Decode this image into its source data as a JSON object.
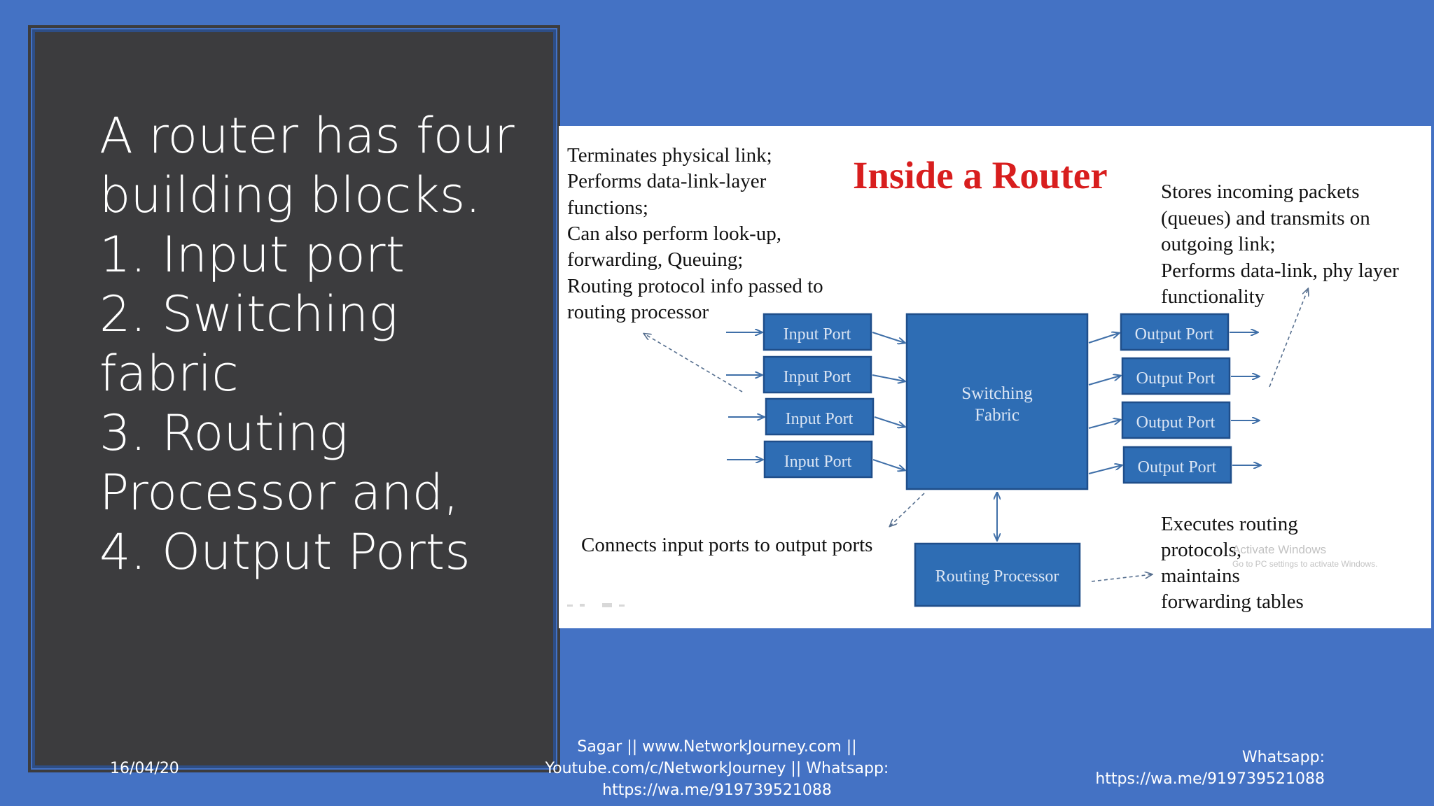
{
  "slide": {
    "heading_lines": [
      "A router has four",
      "building blocks.",
      "1. Input port",
      "2. Switching",
      "fabric",
      "3. Routing",
      "Processor and,",
      "4. Output Ports"
    ]
  },
  "diagram": {
    "title": "Inside a Router",
    "input_note_lines": [
      "Terminates physical link;",
      "Performs data-link-layer",
      "functions;",
      "Can also perform look-up,",
      "forwarding, Queuing;",
      "Routing protocol info passed to",
      "routing processor"
    ],
    "output_note_lines": [
      "Stores incoming packets",
      "(queues) and transmits on",
      "outgoing link;",
      "Performs data-link, phy layer",
      "functionality"
    ],
    "fabric_note": "Connects input ports to output ports",
    "processor_note_lines": [
      "Executes routing",
      "protocols,",
      "maintains",
      "forwarding tables"
    ],
    "input_ports": [
      "Input Port",
      "Input Port",
      "Input Port",
      "Input Port"
    ],
    "output_ports": [
      "Output Port",
      "Output Port",
      "Output Port",
      "Output Port"
    ],
    "switching_fabric_lines": [
      "Switching",
      "Fabric"
    ],
    "routing_processor": "Routing Processor",
    "watermark_line1": "Activate Windows",
    "watermark_line2": "Go to PC settings to activate Windows.",
    "colors": {
      "box_fill": "#2E6DB4",
      "box_stroke": "#1F4E8A",
      "title": "#D81E1E",
      "arrow": "#3F6FA8"
    }
  },
  "footer": {
    "date": "16/04/20",
    "center_lines": [
      "Sagar || www.NetworkJourney.com ||",
      "Youtube.com/c/NetworkJourney || Whatsapp:",
      "https://wa.me/919739521088"
    ],
    "right_lines": [
      "Whatsapp:",
      "https://wa.me/919739521088"
    ]
  }
}
